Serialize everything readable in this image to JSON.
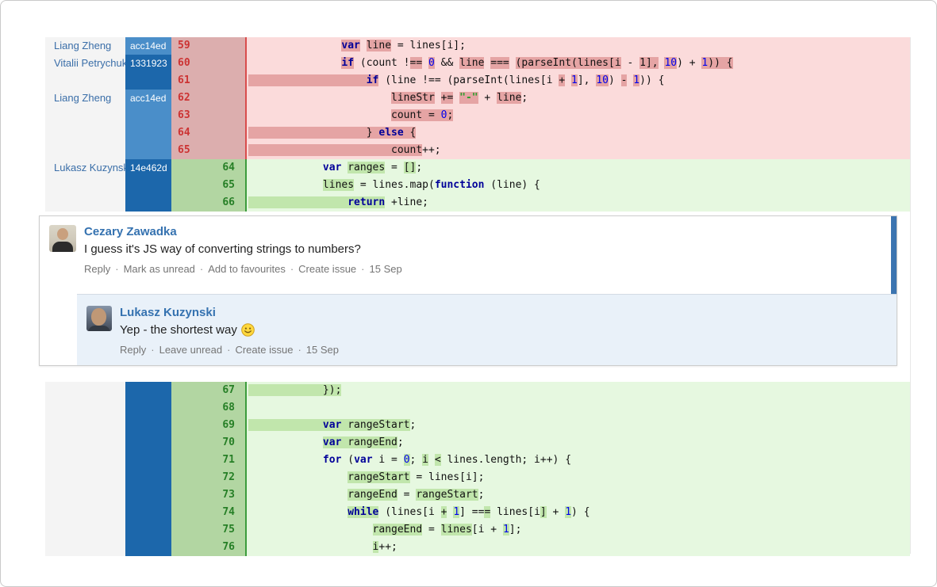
{
  "colors": {
    "removed_bg": "#fbdbdb",
    "removed_hl": "#e5a4a4",
    "removed_gutter": "#dcaeae",
    "removed_line": "#d94c4c",
    "removed_num": "#cc3333",
    "added_bg": "#e6f8e0",
    "added_hl": "#c1e6ac",
    "added_gutter": "#b2d6a2",
    "added_line": "#3c9c3c",
    "added_num": "#267f26",
    "hash_light": "#4a8ec9",
    "hash_dark": "#1c67ab",
    "author": "#3a6ea8",
    "comment_name": "#3572b0",
    "unread_bar": "#3b74b0",
    "reply_bg": "#e9f1f9"
  },
  "diff": {
    "blocks": [
      {
        "type": "removed",
        "rows": [
          {
            "author": "Liang Zheng",
            "hash": "acc14ed",
            "shade": "light",
            "old": "59",
            "segs": [
              [
                "               "
              ],
              [
                "var",
                "k",
                1
              ],
              [
                " "
              ],
              [
                "line",
                "",
                1
              ],
              [
                " = lines[i];"
              ]
            ]
          },
          {
            "author": "Vitalii Petrychuk",
            "hash": "1331923",
            "shade": "dark",
            "old": "60",
            "segs": [
              [
                "               "
              ],
              [
                "if",
                "k",
                1
              ],
              [
                " (count !"
              ],
              [
                "==",
                "",
                1
              ],
              [
                " "
              ],
              [
                "0",
                "n",
                1
              ],
              [
                " && "
              ],
              [
                "line",
                "",
                1
              ],
              [
                " "
              ],
              [
                "===",
                "",
                1
              ],
              [
                " "
              ],
              [
                "(parseInt(lines[i",
                "",
                1
              ],
              [
                " - "
              ],
              [
                "1],",
                "",
                1
              ],
              [
                " "
              ],
              [
                "10",
                "n",
                1
              ],
              [
                ") + "
              ],
              [
                "1",
                "n",
                1
              ],
              [
                ")) {",
                "",
                1
              ]
            ]
          },
          {
            "shade": "dark",
            "old": "61",
            "segs": [
              [
                "                   ",
                "",
                1
              ],
              [
                "if",
                "k",
                1
              ],
              [
                " (line !== (parseInt(lines[i "
              ],
              [
                "+",
                "",
                1
              ],
              [
                " "
              ],
              [
                "1",
                "n",
                1
              ],
              [
                "], "
              ],
              [
                "10",
                "n",
                1
              ],
              [
                ") "
              ],
              [
                "-",
                "",
                1
              ],
              [
                " "
              ],
              [
                "1",
                "n",
                1
              ],
              [
                ")) {"
              ]
            ]
          },
          {
            "author": "Liang Zheng",
            "hash": "acc14ed",
            "shade": "light",
            "old": "62",
            "segs": [
              [
                "                       "
              ],
              [
                "lineStr",
                "",
                1
              ],
              [
                " "
              ],
              [
                "+=",
                "",
                1
              ],
              [
                " "
              ],
              [
                "\"-\"",
                "s",
                1
              ],
              [
                " + "
              ],
              [
                "line",
                "",
                1
              ],
              [
                ";"
              ]
            ]
          },
          {
            "shade": "light",
            "old": "63",
            "segs": [
              [
                "                       "
              ],
              [
                "count = ",
                "",
                1
              ],
              [
                "0",
                "n",
                1
              ],
              [
                ";",
                "",
                1
              ]
            ]
          },
          {
            "shade": "light",
            "old": "64",
            "segs": [
              [
                "                   ",
                "",
                1
              ],
              [
                "} ",
                "",
                1
              ],
              [
                "else",
                "k",
                1
              ],
              [
                " {",
                "",
                1
              ]
            ]
          },
          {
            "shade": "light",
            "old": "65",
            "segs": [
              [
                "                       ",
                "",
                1
              ],
              [
                "count",
                "",
                1
              ],
              [
                "++;"
              ]
            ]
          }
        ]
      },
      {
        "type": "added",
        "rows": [
          {
            "author": "Lukasz Kuzynski",
            "hash": "14e462d",
            "shade": "dark",
            "new": "64",
            "segs": [
              [
                "            "
              ],
              [
                "var",
                "k"
              ],
              [
                " "
              ],
              [
                "ranges",
                "",
                1
              ],
              [
                " = "
              ],
              [
                "[]",
                "",
                1
              ],
              [
                ";"
              ]
            ]
          },
          {
            "shade": "dark",
            "new": "65",
            "segs": [
              [
                "            "
              ],
              [
                "lines",
                "",
                1
              ],
              [
                " = lines.map("
              ],
              [
                "function",
                "k"
              ],
              [
                " (line) {"
              ]
            ]
          },
          {
            "shade": "dark",
            "new": "66",
            "segs": [
              [
                "                ",
                "",
                1
              ],
              [
                "return",
                "k",
                1
              ],
              [
                " +line;"
              ]
            ]
          }
        ]
      },
      {
        "type": "added",
        "rows": [
          {
            "shade": "dark",
            "new": "67",
            "segs": [
              [
                "            ",
                "",
                1
              ],
              [
                "});",
                "",
                1
              ]
            ]
          },
          {
            "shade": "dark",
            "new": "68",
            "segs": []
          },
          {
            "shade": "dark",
            "new": "69",
            "segs": [
              [
                "            ",
                "",
                1
              ],
              [
                "var",
                "k",
                1
              ],
              [
                " ",
                "",
                1
              ],
              [
                "rangeStart",
                "",
                1
              ],
              [
                ";"
              ]
            ]
          },
          {
            "shade": "dark",
            "new": "70",
            "segs": [
              [
                "            "
              ],
              [
                "var",
                "k",
                1
              ],
              [
                " ",
                "",
                1
              ],
              [
                "rangeEnd",
                "",
                1
              ],
              [
                ";"
              ]
            ]
          },
          {
            "shade": "dark",
            "new": "71",
            "segs": [
              [
                "            "
              ],
              [
                "for",
                "k"
              ],
              [
                " ("
              ],
              [
                "var",
                "k"
              ],
              [
                " i = "
              ],
              [
                "0",
                "n",
                1
              ],
              [
                "; "
              ],
              [
                "i",
                "",
                1
              ],
              [
                " "
              ],
              [
                "<",
                "",
                1
              ],
              [
                " lines.length; i++) {"
              ]
            ]
          },
          {
            "shade": "dark",
            "new": "72",
            "segs": [
              [
                "                "
              ],
              [
                "rangeStart",
                "",
                1
              ],
              [
                " = lines[i];"
              ]
            ]
          },
          {
            "shade": "dark",
            "new": "73",
            "segs": [
              [
                "                "
              ],
              [
                "rangeEnd",
                "",
                1
              ],
              [
                " = "
              ],
              [
                "rangeStart",
                "",
                1
              ],
              [
                ";"
              ]
            ]
          },
          {
            "shade": "dark",
            "new": "74",
            "segs": [
              [
                "                "
              ],
              [
                "while",
                "k",
                1
              ],
              [
                " (lines[i "
              ],
              [
                "+",
                "",
                1
              ],
              [
                " "
              ],
              [
                "1",
                "n",
                1
              ],
              [
                "] =="
              ],
              [
                "=",
                "",
                1
              ],
              [
                " lines[i"
              ],
              [
                "]",
                "",
                1
              ],
              [
                " + "
              ],
              [
                "1",
                "n",
                1
              ],
              [
                ") {"
              ]
            ]
          },
          {
            "shade": "dark",
            "new": "75",
            "segs": [
              [
                "                    "
              ],
              [
                "rangeEnd",
                "",
                1
              ],
              [
                " = "
              ],
              [
                "lines",
                "",
                1
              ],
              [
                "[i + "
              ],
              [
                "1",
                "n",
                1
              ],
              [
                "];"
              ]
            ]
          },
          {
            "shade": "dark",
            "new": "76",
            "segs": [
              [
                "                    "
              ],
              [
                "i",
                "",
                1
              ],
              [
                "++;"
              ]
            ]
          }
        ]
      }
    ]
  },
  "comments": {
    "main": {
      "name": "Cezary Zawadka",
      "text": "I guess it's JS way of converting strings to numbers?",
      "actions": [
        "Reply",
        "Mark as unread",
        "Add to favourites",
        "Create issue"
      ],
      "date": "15 Sep"
    },
    "reply": {
      "name": "Lukasz Kuzynski",
      "text": "Yep - the shortest way",
      "emoticon": "smiley-icon",
      "actions": [
        "Reply",
        "Leave unread",
        "Create issue"
      ],
      "date": "15 Sep"
    }
  }
}
